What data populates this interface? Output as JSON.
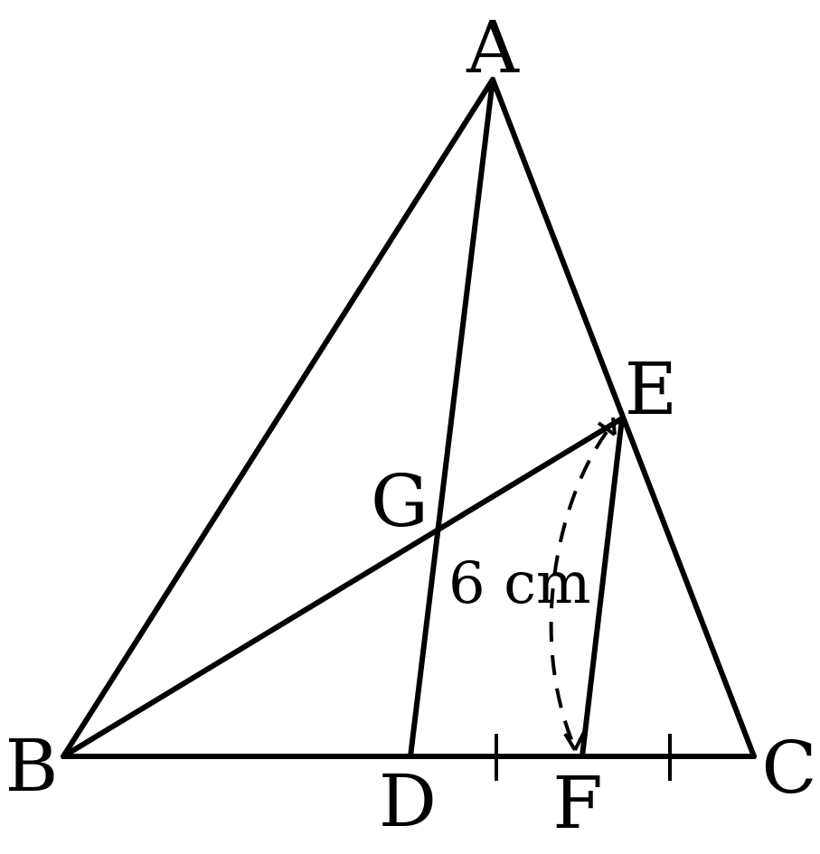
{
  "diagram": {
    "points": {
      "A": "A",
      "B": "B",
      "C": "C",
      "D": "D",
      "E": "E",
      "F": "F",
      "G": "G"
    },
    "measurement": "6 cm",
    "colors": {
      "stroke": "#000000",
      "background": "#ffffff"
    }
  }
}
